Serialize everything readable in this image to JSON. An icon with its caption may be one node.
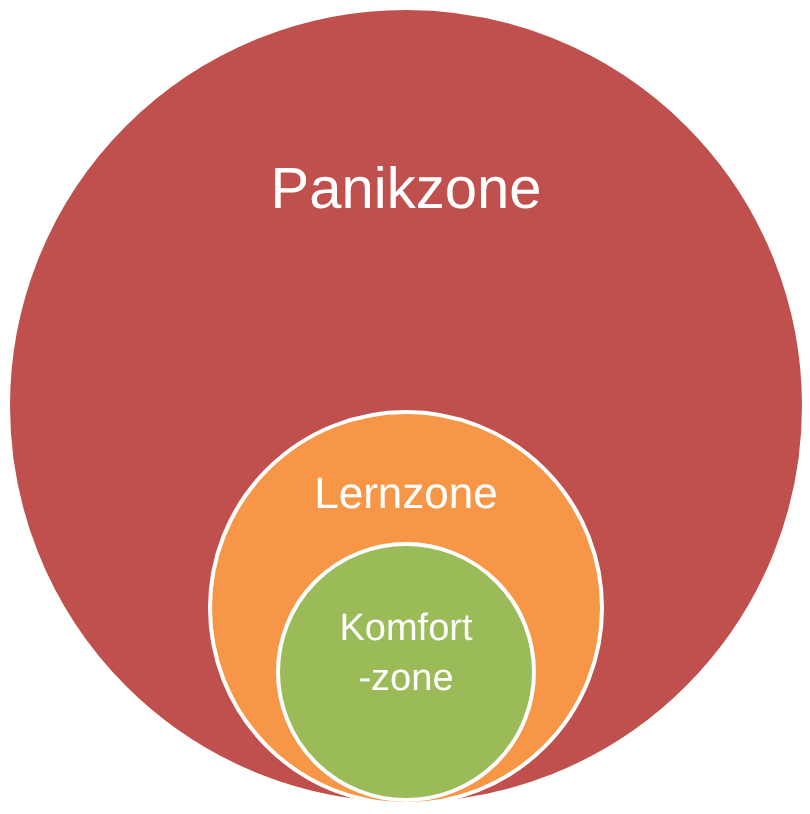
{
  "diagram": {
    "nodes": [
      {
        "text": [
          "Panikzone"
        ]
      },
      {
        "text": [
          "Lernzone"
        ],
        "in": 0
      },
      {
        "text": [
          "Komfort -zone"
        ],
        "in": 1
      }
    ]
  }
}
